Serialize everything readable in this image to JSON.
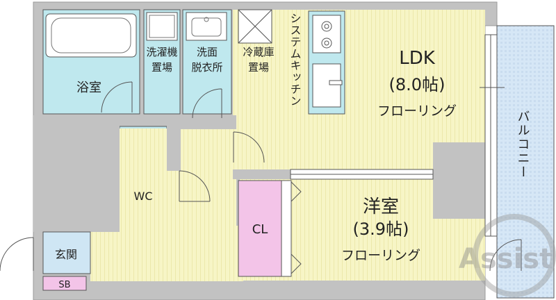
{
  "rooms": {
    "ldk": {
      "name": "LDK",
      "size": "(8.0帖)",
      "floor": "フローリング"
    },
    "western": {
      "name": "洋室",
      "size": "(3.9帖)",
      "floor": "フローリング"
    },
    "bath": "浴室",
    "washer": [
      "洗濯機",
      "置場"
    ],
    "washroom": [
      "洗面",
      "脱衣所"
    ],
    "fridge": [
      "冷蔵庫",
      "置場"
    ],
    "kitchen": "システムキッチン",
    "wc": "WC",
    "closet": "CL",
    "entrance": "玄関",
    "shoebox": "SB",
    "balcony": "バルコニー"
  },
  "watermark": "Assist",
  "colors": {
    "wall": "#c2c2c2",
    "floor": "#f7f5c6",
    "floor_line": "#e4e099",
    "wet": "#bfe8ee",
    "closet": "#f3c4e8",
    "balcony": "#d6e7f6",
    "entrance": "#cfe6f4",
    "shoebox": "#f3c4e8"
  }
}
